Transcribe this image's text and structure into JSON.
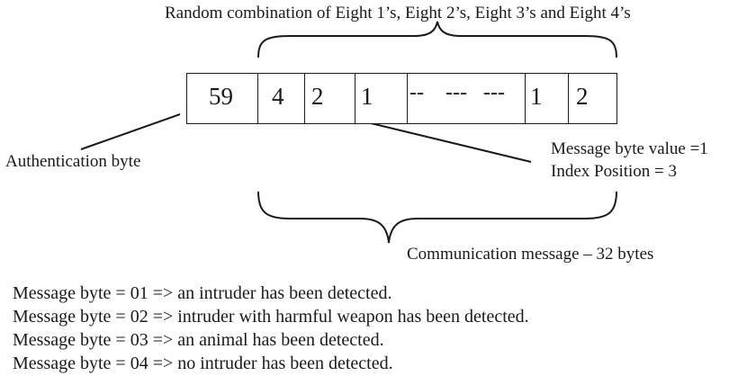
{
  "top_caption": "Random combination of Eight 1’s, Eight 2’s, Eight 3’s and Eight 4’s",
  "bytes": [
    {
      "text": "59"
    },
    {
      "text": "4"
    },
    {
      "text": "2"
    },
    {
      "text": "1"
    },
    {
      "text": "--    ---   ---"
    },
    {
      "text": "1"
    },
    {
      "text": "2"
    }
  ],
  "auth_label": "Authentication byte",
  "message_info": {
    "value_line": "Message byte value =1",
    "index_line": "Index Position = 3"
  },
  "comm_label": "Communication message – 32 bytes",
  "legend": [
    "Message byte = 01 => an intruder has been detected.",
    "Message byte = 02 => intruder with harmful weapon has been detected.",
    "Message byte = 03 => an animal has been detected.",
    "Message byte = 04 => no intruder has been detected."
  ]
}
